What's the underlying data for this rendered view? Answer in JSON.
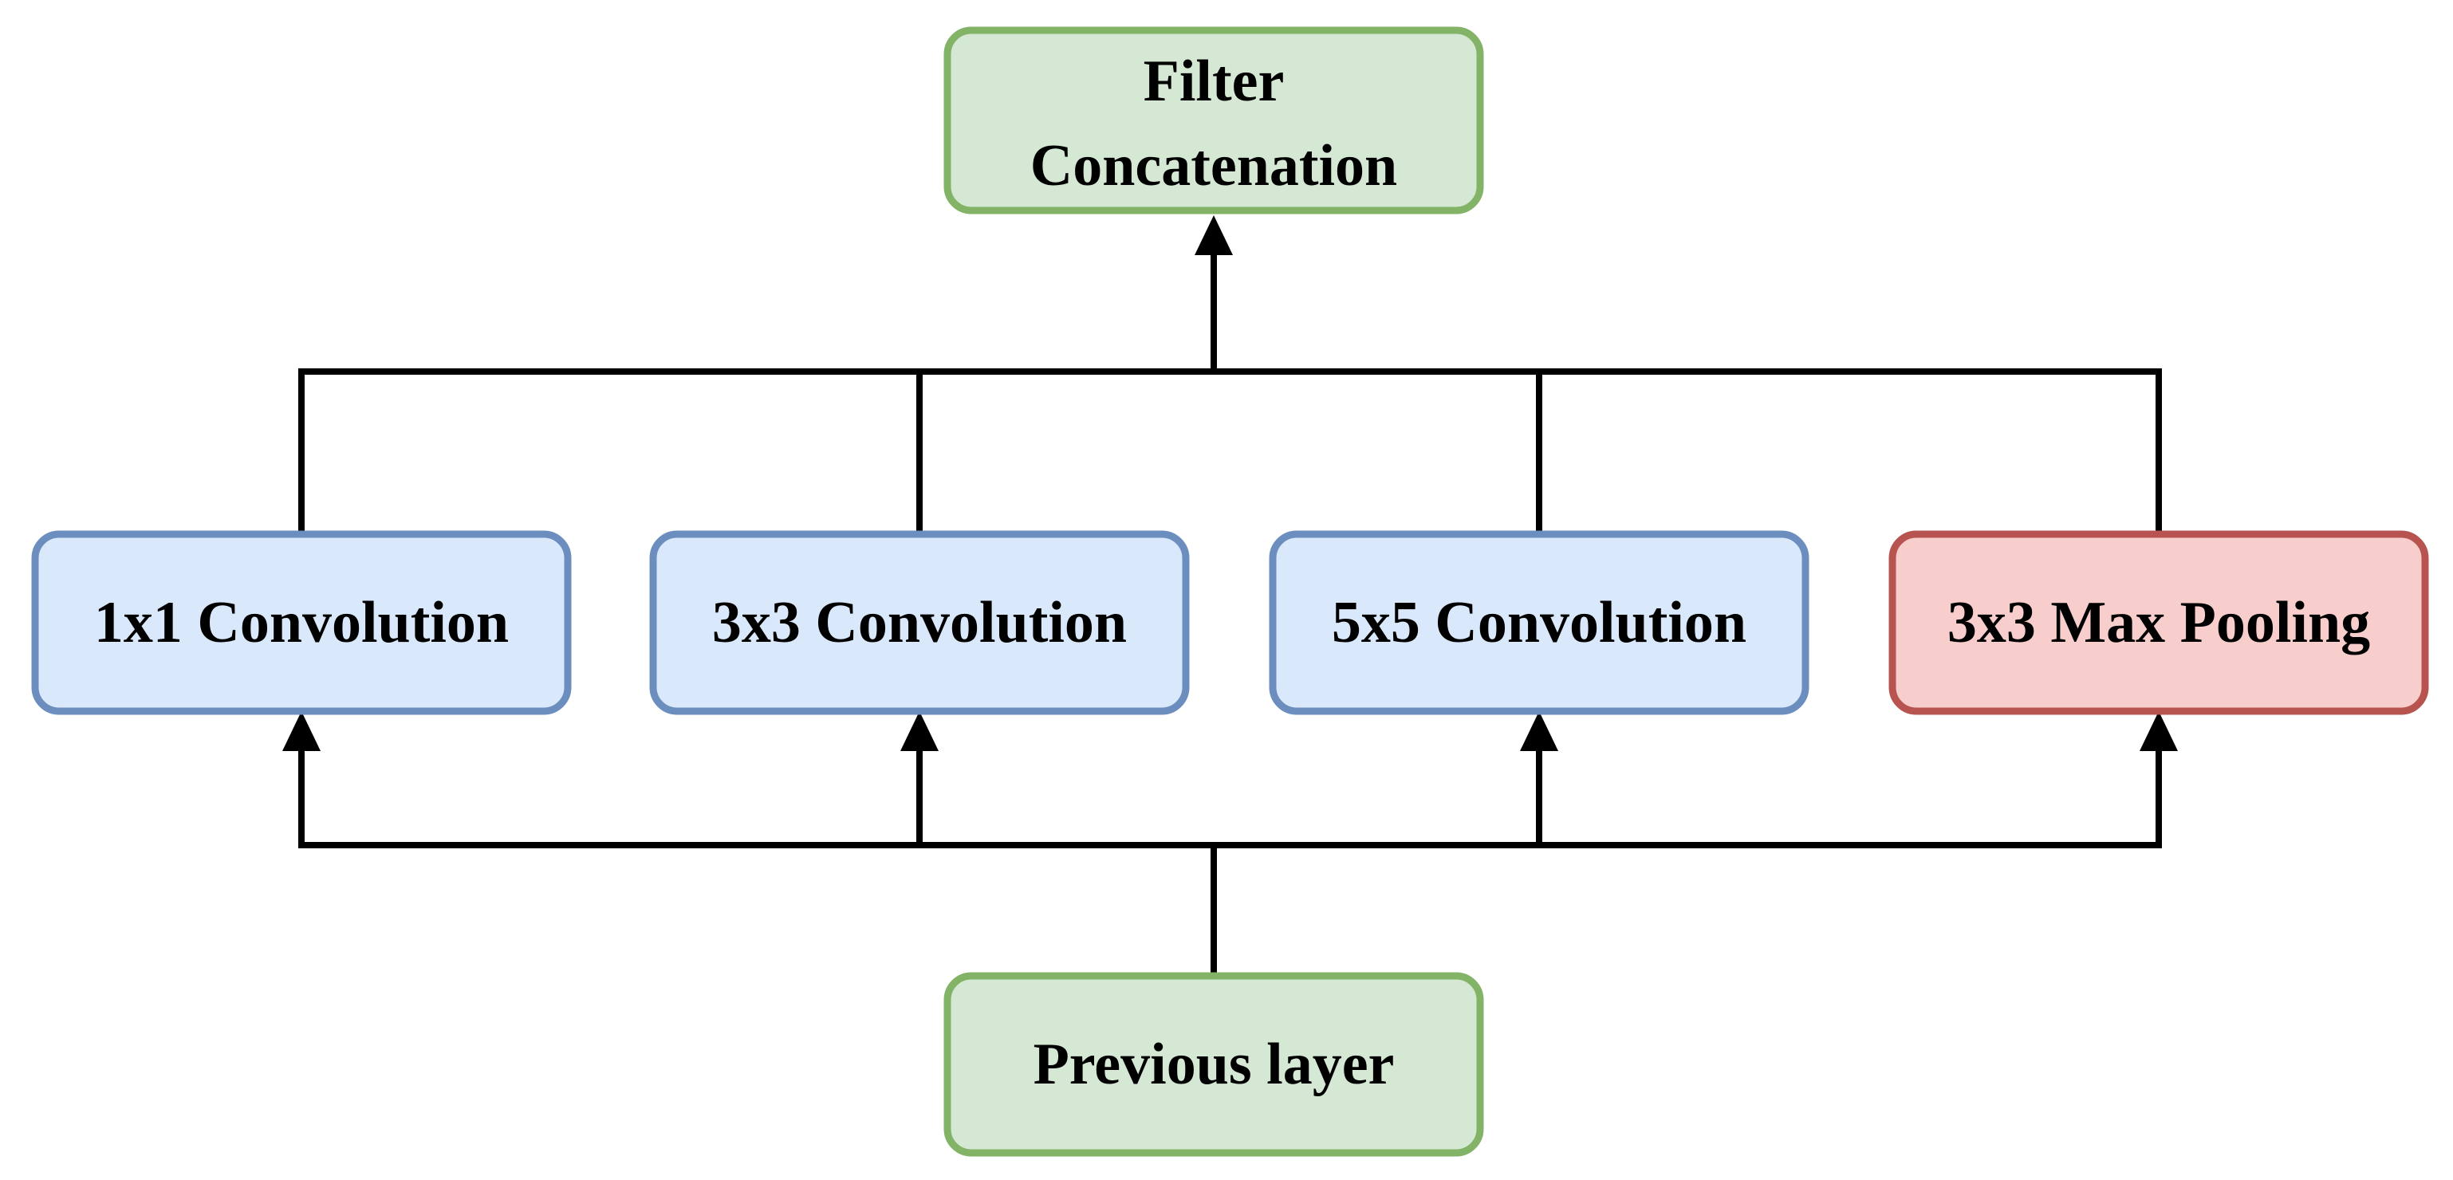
{
  "nodes": {
    "filter_concatenation": {
      "line1": "Filter",
      "line2": "Concatenation"
    },
    "conv_1x1": {
      "label": "1x1 Convolution"
    },
    "conv_3x3": {
      "label": "3x3 Convolution"
    },
    "conv_5x5": {
      "label": "5x5 Convolution"
    },
    "max_pool_3x3": {
      "label": "3x3 Max Pooling"
    },
    "previous_layer": {
      "label": "Previous layer"
    }
  },
  "colors": {
    "green_fill": "#d5e8d4",
    "green_stroke": "#82b366",
    "blue_fill": "#dae8fc",
    "blue_stroke": "#6c8ebf",
    "red_fill": "#f8cecc",
    "red_stroke": "#b85450",
    "edge": "#000000"
  }
}
